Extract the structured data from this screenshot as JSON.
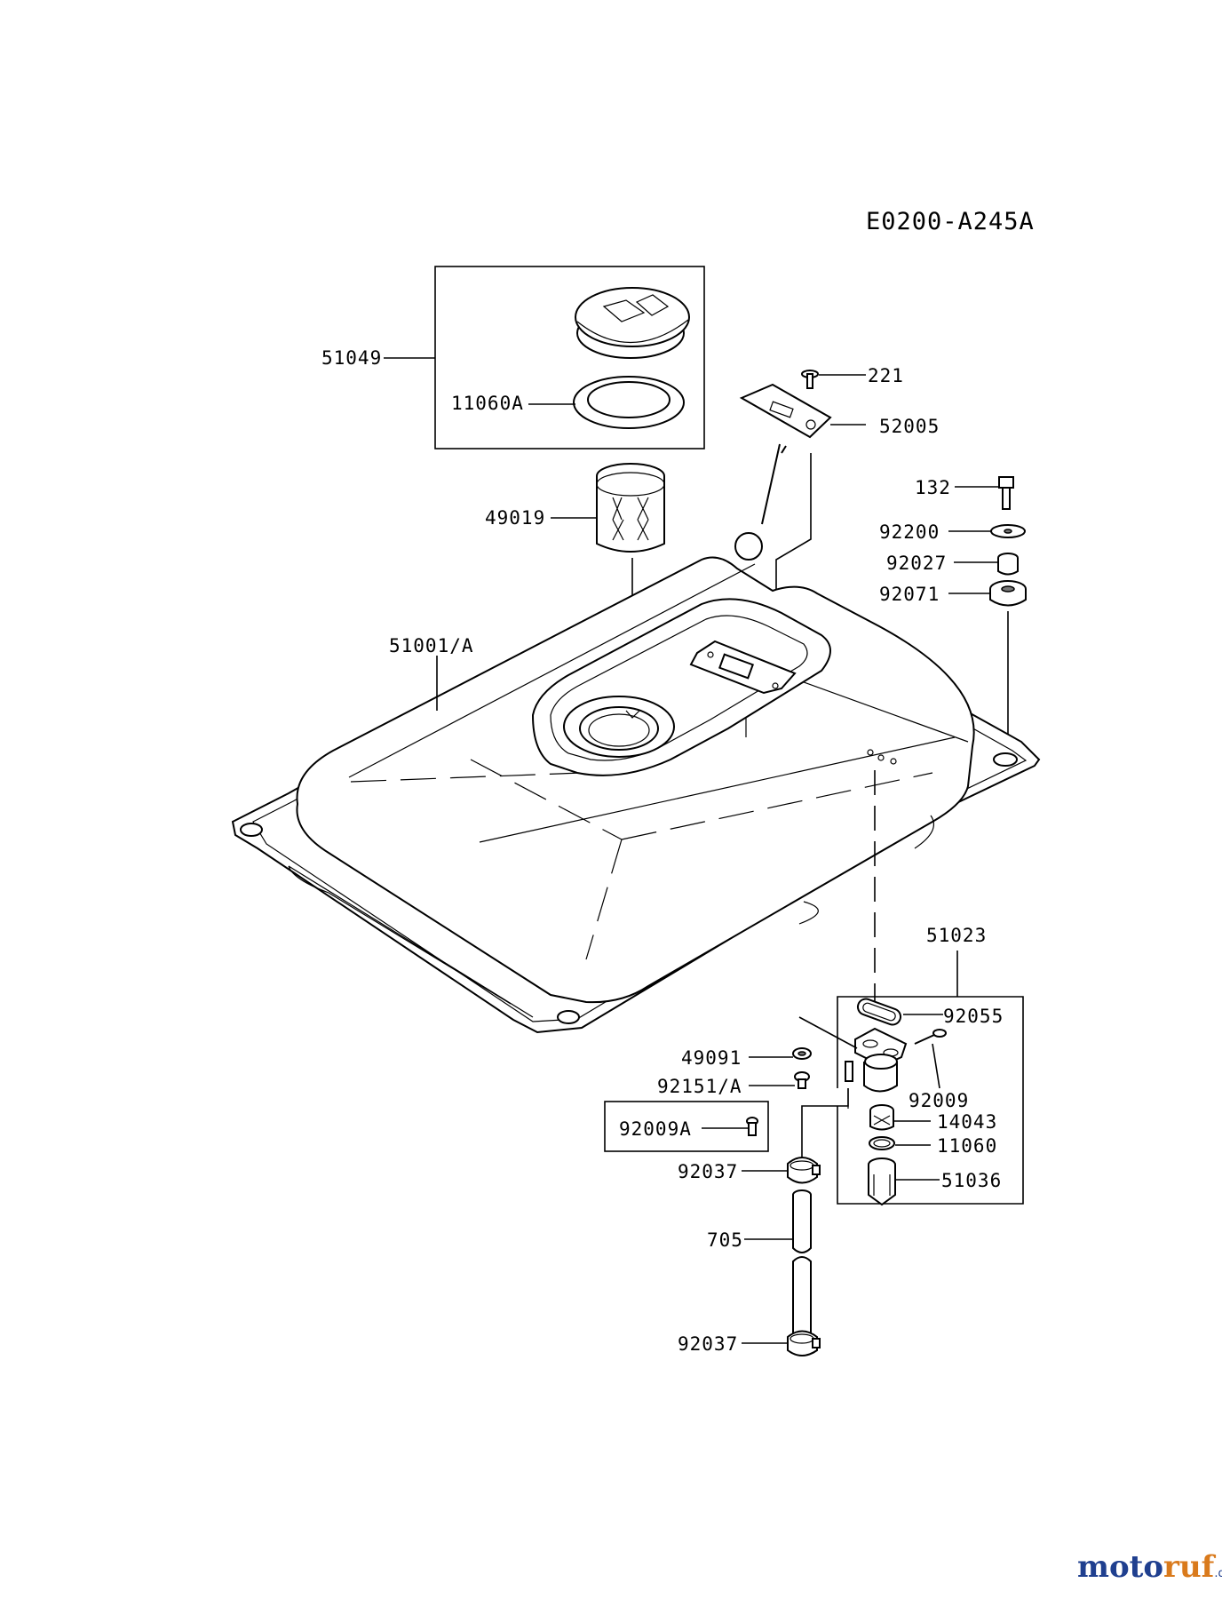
{
  "diagram": {
    "code": "E0200-A245A",
    "labels": {
      "p51049": "51049",
      "p11060A": "11060A",
      "p221": "221",
      "p52005": "52005",
      "p49019": "49019",
      "p132": "132",
      "p92200": "92200",
      "p92027": "92027",
      "p92071": "92071",
      "p51001A": "51001/A",
      "p51023": "51023",
      "p92055": "92055",
      "p49091": "49091",
      "p92151A": "92151/A",
      "p92009": "92009",
      "p92009A": "92009A",
      "p14043": "14043",
      "p11060": "11060",
      "p51036": "51036",
      "p92037a": "92037",
      "p705": "705",
      "p92037b": "92037"
    }
  },
  "watermark": {
    "part1": "moto",
    "part2": "ruf",
    "suffix": ".de"
  }
}
